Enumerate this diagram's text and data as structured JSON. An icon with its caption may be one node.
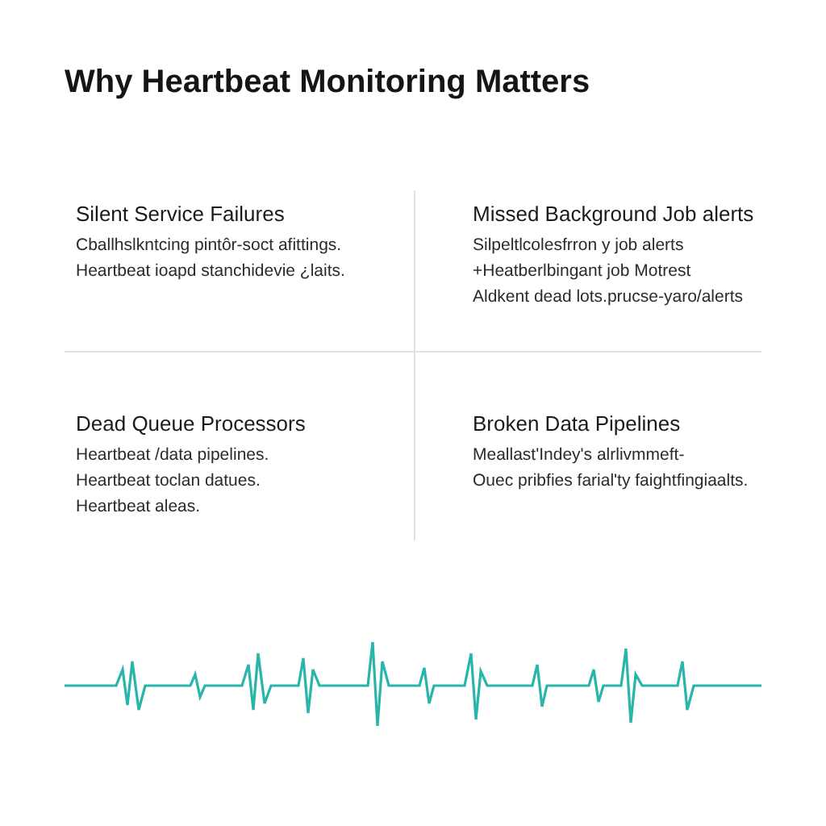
{
  "diagram": {
    "title": "Why Heartbeat Monitoring Matters",
    "labels": [
      "Silent Service Failures",
      "Cballhslkntcing pintôr-soct afittings.",
      "Heartbeat ioapd stanchidevie ¿laits.",
      "Missed Background Job alerts",
      "Silpeltlcolesfrron y job alerts",
      "+Heatberlbingant job Motrest",
      "Aldkent dead lots.prucse-yaro/alerts",
      "Dead Queue Processors",
      "Heartbeat /data pipelines.",
      "Heartbeat toclan datues.",
      "Heartbeat aleas.",
      "Broken Data Pipelines",
      "Meallast'Indey's alrlivmmeft-",
      "Ouec pribfies farial'ty faightfingiaalts."
    ]
  }
}
